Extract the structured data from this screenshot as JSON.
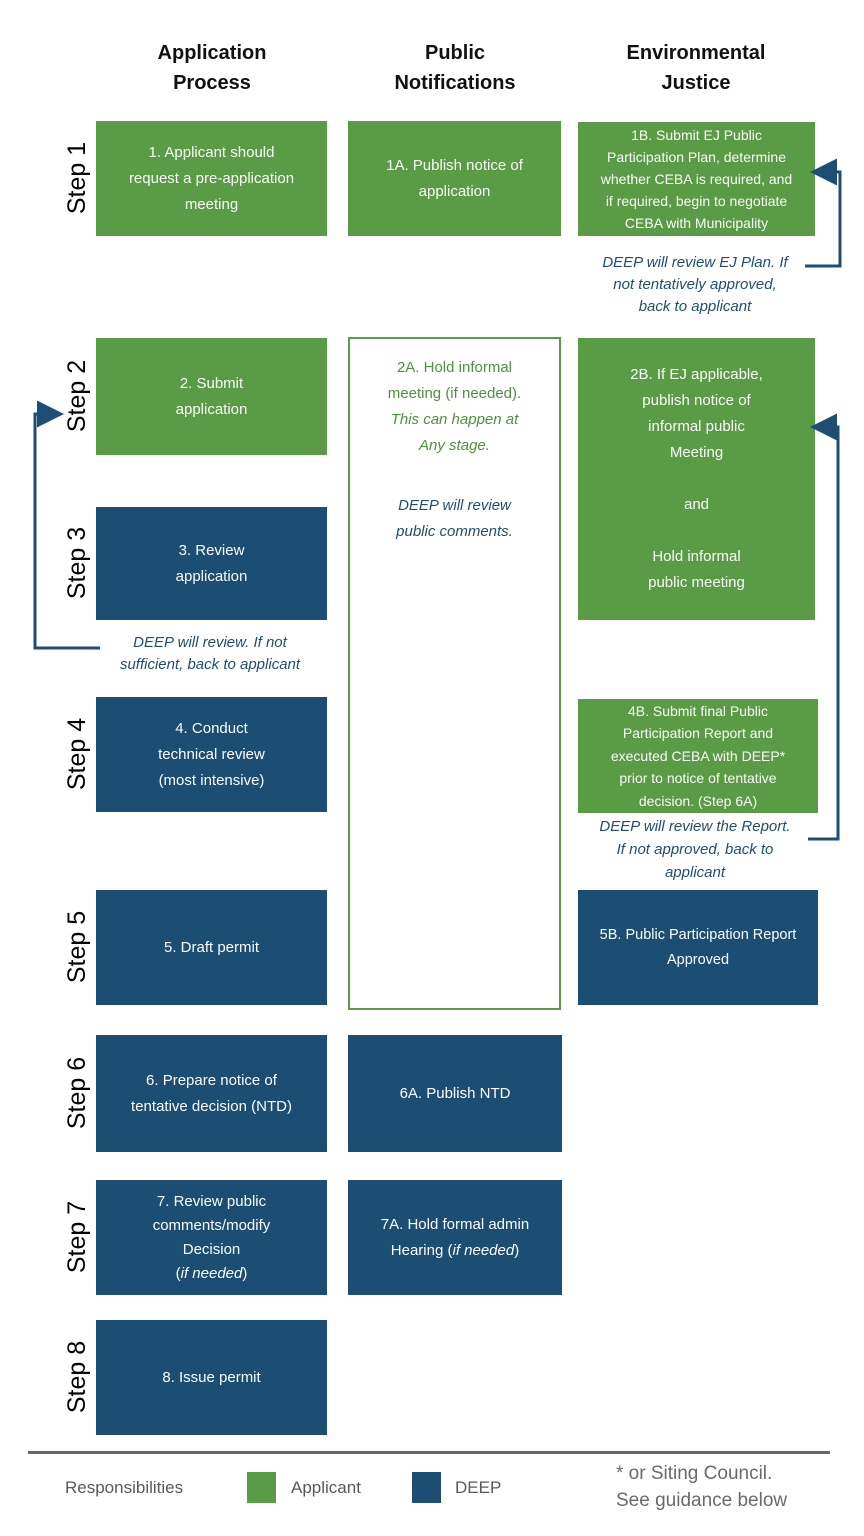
{
  "columns": [
    {
      "title": [
        "Application",
        "Process"
      ]
    },
    {
      "title": [
        "Public",
        "Notifications"
      ]
    },
    {
      "title": [
        "Environmental",
        "Justice"
      ]
    }
  ],
  "steps": [
    "Step 1",
    "Step 2",
    "Step 3",
    "Step 4",
    "Step 5",
    "Step 6",
    "Step 7",
    "Step 8"
  ],
  "boxes": {
    "b1": {
      "lines": [
        "1. Applicant should",
        "request a pre-application",
        "meeting"
      ]
    },
    "b1a": {
      "lines": [
        "1A. Publish notice of",
        "application"
      ]
    },
    "b1b": {
      "lines": [
        "1B. Submit EJ Public",
        "Participation Plan, determine",
        "whether CEBA is required, and",
        "if required, begin to negotiate",
        "CEBA with Municipality"
      ]
    },
    "b2": {
      "lines": [
        "2. Submit",
        "application"
      ]
    },
    "b2a": {
      "lines": [
        "2A. Hold informal",
        "meeting (if needed)."
      ],
      "lines_italic": [
        "This can happen at",
        "Any stage."
      ]
    },
    "b2b": {
      "lines": [
        "2B. If EJ applicable,",
        "publish notice of",
        "informal public",
        "Meeting",
        "",
        "and",
        "",
        "Hold informal",
        "public meeting"
      ]
    },
    "b3": {
      "lines": [
        "3. Review",
        "application"
      ]
    },
    "b4": {
      "lines": [
        "4. Conduct",
        "technical review",
        "(most intensive)"
      ]
    },
    "b4b": {
      "lines": [
        "4B. Submit final Public",
        "Participation Report and",
        "executed CEBA with DEEP*",
        "prior to notice of tentative",
        "decision. (Step 6A)"
      ]
    },
    "b5": {
      "lines": [
        "5. Draft permit"
      ]
    },
    "b5b": {
      "lines": [
        "5B. Public Participation Report",
        "Approved"
      ]
    },
    "b6": {
      "lines": [
        "6. Prepare notice of",
        "tentative decision (NTD)"
      ]
    },
    "b6a": {
      "lines": [
        "6A. Publish NTD"
      ]
    },
    "b7": {
      "lines": [
        "7. Review public",
        "comments/modify",
        "Decision"
      ],
      "l4_pre": "(",
      "l4_it": "if needed",
      "l4_post": ")"
    },
    "b7a": {
      "lines": [
        "7A. Hold formal admin"
      ],
      "l2_pre": "Hearing (",
      "l2_it": "if needed",
      "l2_post": ")"
    },
    "b8": {
      "lines": [
        "8. Issue permit"
      ]
    }
  },
  "notes": {
    "ej": [
      "DEEP will review EJ Plan. If",
      "not tentatively approved,",
      "back to applicant"
    ],
    "review": [
      "DEEP will review. If not",
      "sufficient, back to applicant"
    ],
    "report": [
      "DEEP will review the Report.",
      "If not approved, back to",
      "applicant"
    ],
    "comments": [
      "DEEP will review",
      "public comments."
    ]
  },
  "legend": {
    "title": "Responsibilities",
    "applicant_label": "Applicant",
    "deep_label": "DEEP",
    "footnote": [
      "* or Siting Council.",
      "See guidance below"
    ]
  },
  "colors": {
    "applicant_green": "#5A9B46",
    "deep_navy": "#1B4E72",
    "annotation_navy": "#1F4E74",
    "legend_gray": "#595959",
    "divider_gray": "#666666"
  }
}
